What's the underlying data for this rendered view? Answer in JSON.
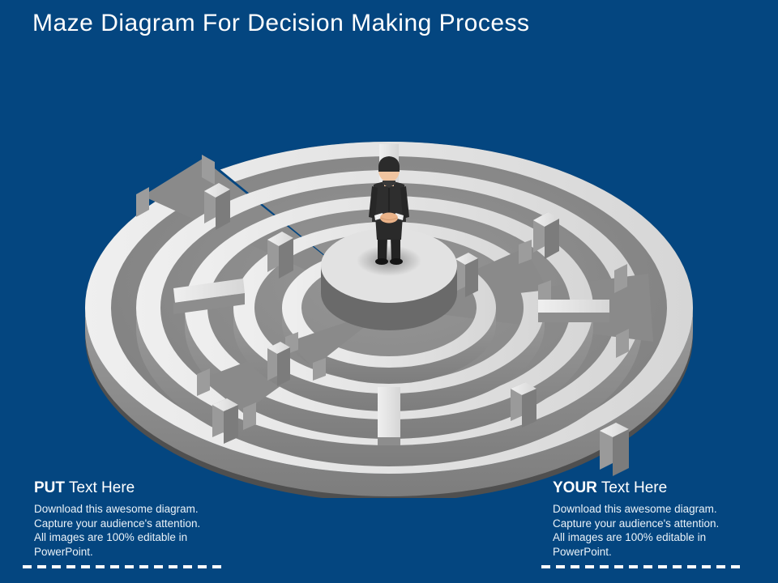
{
  "slide": {
    "title": "Maze Diagram For Decision Making Process",
    "background_color": "#044680",
    "accent_text_color": "#ffffff"
  },
  "graphic": {
    "name": "circular-3d-maze-with-businessman",
    "description": "Isometric grey 3D circular maze with concentric ring walls and a businessman standing at the centre platform",
    "wall_top_color": "#e2e2e2",
    "wall_side_color": "#8d8d8d",
    "floor_color": "#8a8a8a",
    "floor_dark_color": "#6f6f6f",
    "base_rim_color": "#5d5d5d",
    "figure": {
      "name": "businessman-figure",
      "suit_color": "#2b2b2b",
      "hair_color": "#2b2b2b",
      "skin_color": "#f0c4a0",
      "shirt_color": "#f2f2f2"
    }
  },
  "captions": [
    {
      "id": "left",
      "heading_strong": "PUT",
      "heading_rest": "Text Here",
      "lines": [
        "Download this awesome diagram.",
        "Capture your audience's attention.",
        "All images are 100% editable in",
        "PowerPoint."
      ]
    },
    {
      "id": "right",
      "heading_strong": "YOUR",
      "heading_rest": "Text Here",
      "lines": [
        "Download this awesome diagram.",
        "Capture your audience's attention.",
        "All images are 100% editable in",
        "PowerPoint."
      ]
    }
  ]
}
